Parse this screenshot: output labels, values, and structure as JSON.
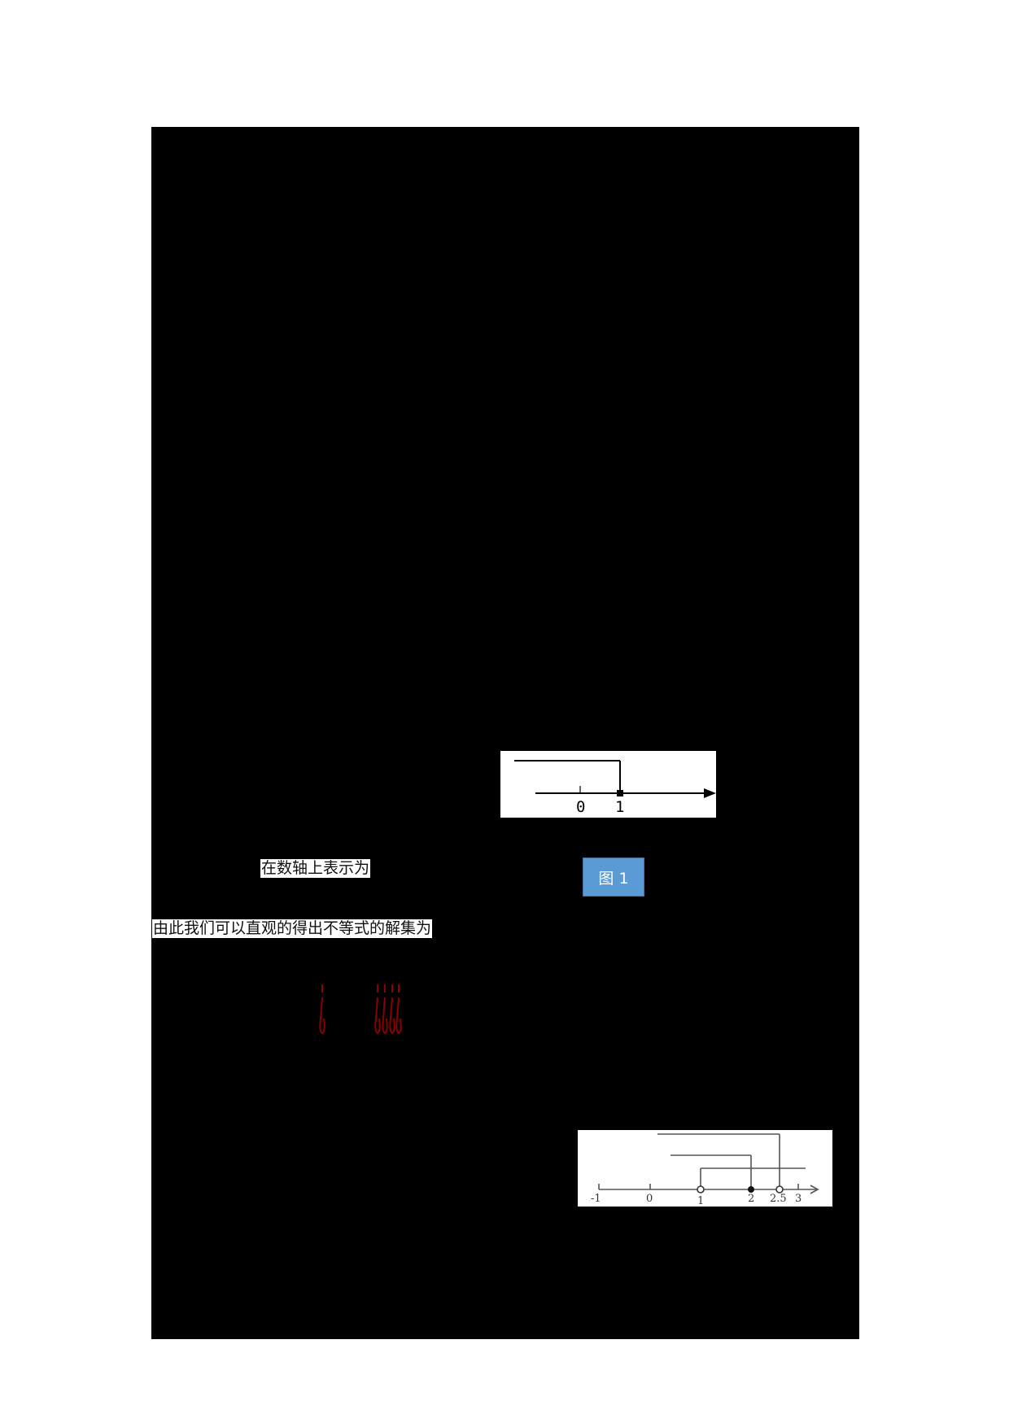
{
  "document": {
    "labels": {
      "number_line_intro": "在数轴上表示为",
      "solution_set_intro": "由此我们可以直观的得出不等式的解集为"
    },
    "figure_caption": "图 1",
    "colors": {
      "page_bg": "#ffffff",
      "redacted": "#000000",
      "caption_fill": "#5b9bd5",
      "caption_border": "#41719c",
      "mark_red": "#8b0000"
    },
    "figure1": {
      "ticks": [
        "0",
        "1"
      ],
      "filled_point": "1",
      "ray_direction": "left"
    },
    "figure2": {
      "ticks": [
        "-1",
        "0",
        "1",
        "2",
        "2.5",
        "3"
      ],
      "open_points": [
        "1",
        "2.5"
      ],
      "filled_points": [
        "2"
      ]
    }
  }
}
